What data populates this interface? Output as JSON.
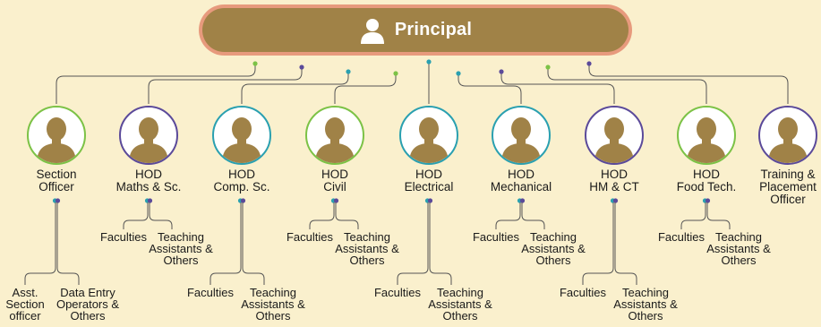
{
  "principal": {
    "title": "Principal"
  },
  "colors": {
    "background": "#faf0cd",
    "principal_fill": "#a08247",
    "principal_border": "#e79a7d",
    "avatar_figure": "#a08247",
    "green": "#7cc246",
    "purple": "#5b4a9a",
    "teal": "#2aa0b0"
  },
  "nodes": [
    {
      "id": "section-officer",
      "lines": [
        "Section",
        "Officer"
      ],
      "ring": "green",
      "subs": [
        [
          "Asst.",
          "Section",
          "officer"
        ],
        [
          "Data Entry",
          "Operators &",
          "Others"
        ]
      ]
    },
    {
      "id": "hod-maths",
      "lines": [
        "HOD",
        "Maths & Sc."
      ],
      "ring": "purple",
      "subs": [
        [
          "Faculties"
        ],
        [
          "Teaching",
          "Assistants &",
          "Others"
        ]
      ]
    },
    {
      "id": "hod-comp",
      "lines": [
        "HOD",
        "Comp. Sc."
      ],
      "ring": "teal",
      "subs": [
        [
          "Faculties"
        ],
        [
          "Teaching",
          "Assistants &",
          "Others"
        ]
      ]
    },
    {
      "id": "hod-civil",
      "lines": [
        "HOD",
        "Civil"
      ],
      "ring": "green",
      "subs": [
        [
          "Faculties"
        ],
        [
          "Teaching",
          "Assistants &",
          "Others"
        ]
      ]
    },
    {
      "id": "hod-electrical",
      "lines": [
        "HOD",
        "Electrical"
      ],
      "ring": "teal",
      "subs": [
        [
          "Faculties"
        ],
        [
          "Teaching",
          "Assistants &",
          "Others"
        ]
      ]
    },
    {
      "id": "hod-mechanical",
      "lines": [
        "HOD",
        "Mechanical"
      ],
      "ring": "teal",
      "subs": [
        [
          "Faculties"
        ],
        [
          "Teaching",
          "Assistants &",
          "Others"
        ]
      ]
    },
    {
      "id": "hod-hmct",
      "lines": [
        "HOD",
        "HM & CT"
      ],
      "ring": "purple",
      "subs": [
        [
          "Faculties"
        ],
        [
          "Teaching",
          "Assistants &",
          "Others"
        ]
      ]
    },
    {
      "id": "hod-food",
      "lines": [
        "HOD",
        "Food Tech."
      ],
      "ring": "green",
      "subs": [
        [
          "Faculties"
        ],
        [
          "Teaching",
          "Assistants &",
          "Others"
        ]
      ]
    },
    {
      "id": "training-placement",
      "lines": [
        "Training &",
        "Placement",
        "Officer"
      ],
      "ring": "purple",
      "subs": []
    }
  ]
}
